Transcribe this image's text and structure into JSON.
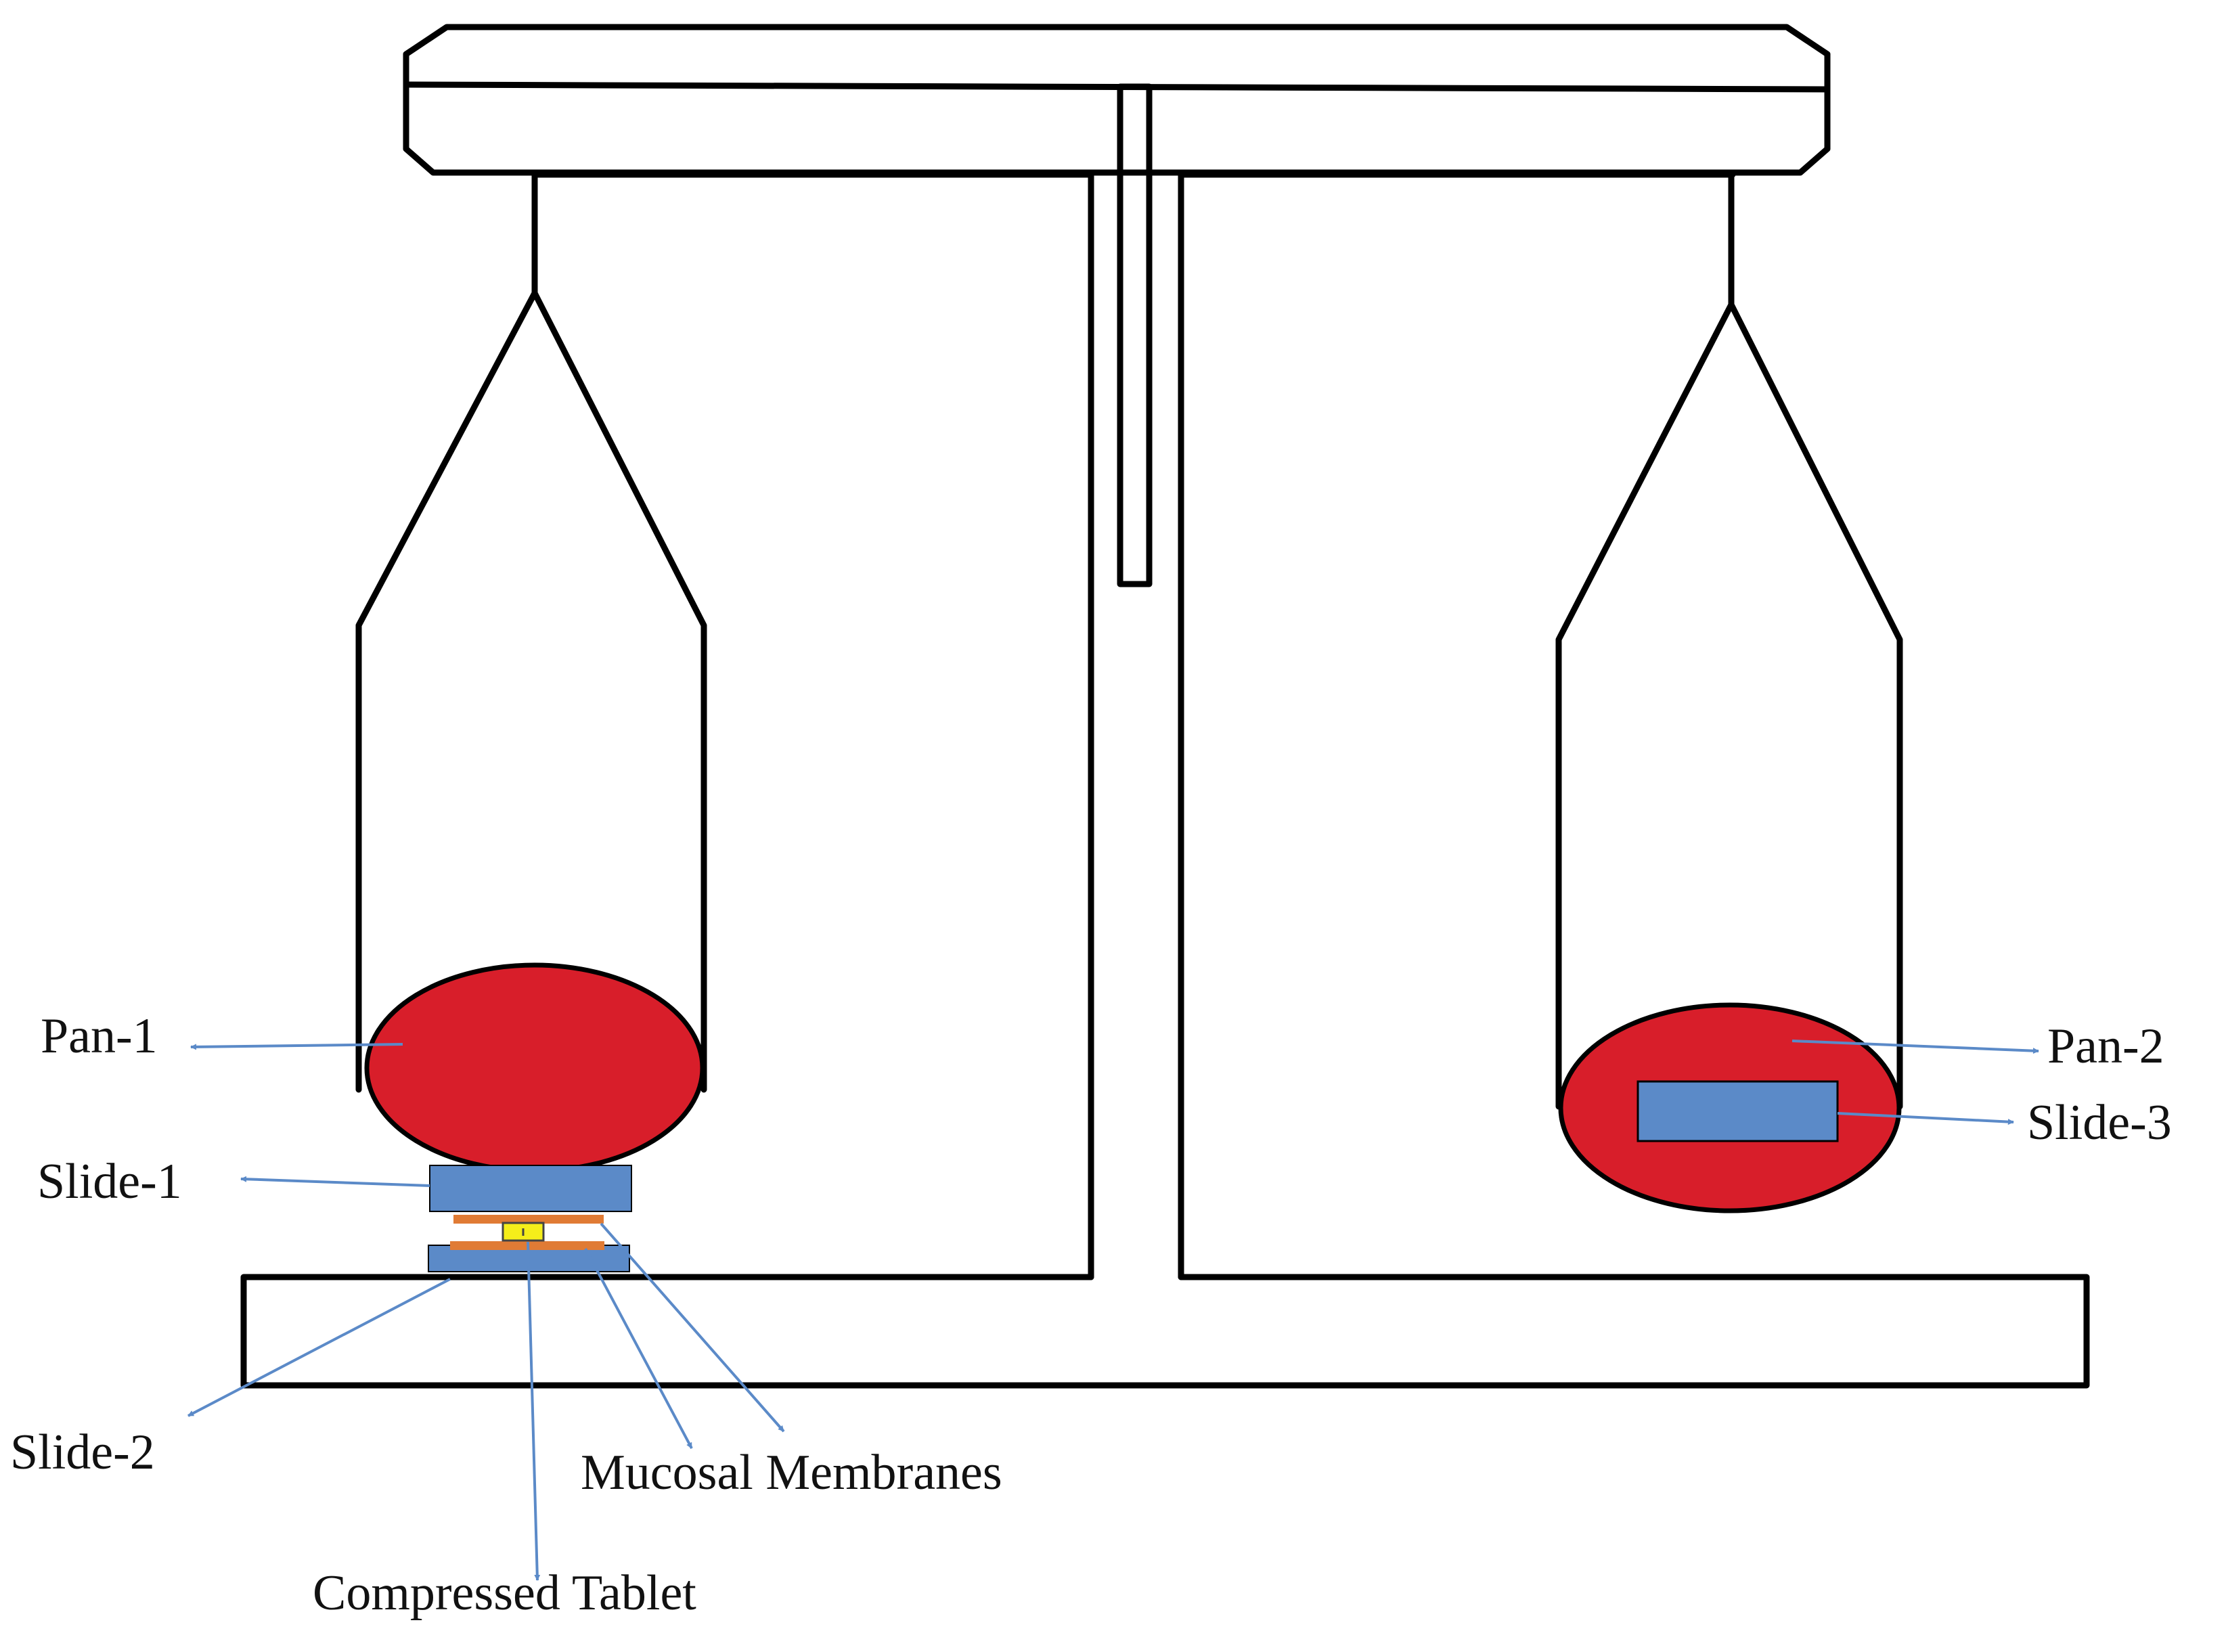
{
  "labels": {
    "pan1": "Pan-1",
    "pan2": "Pan-2",
    "slide1": "Slide-1",
    "slide2": "Slide-2",
    "slide3": "Slide-3",
    "mucosal": "Mucosal Membranes",
    "tablet": "Compressed Tablet"
  },
  "colors": {
    "pan": "#d81e2a",
    "slide": "#5b8ac8",
    "membrane": "#e07b35",
    "tablet": "#f5ee1a",
    "arrow": "#5b8ac8",
    "frame": "#000000"
  }
}
